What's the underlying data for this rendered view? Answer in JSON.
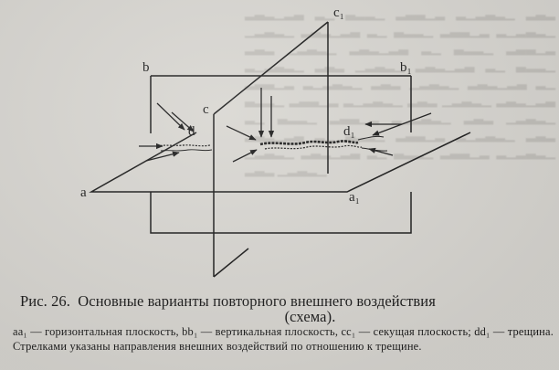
{
  "diagram": {
    "labels": {
      "c1": "c₁",
      "b": "b",
      "b1": "b₁",
      "c": "c",
      "d": "d",
      "d1": "d₁",
      "a": "a",
      "a1": "a₁"
    }
  },
  "caption": {
    "title_prefix": "Рис. 26.",
    "title_line1": "Основные варианты повторного внешнего воздействия",
    "title_line2": "(схема).",
    "legend": "aa₁ — горизонтальная плоскость, bb₁ — вертикальная плоскость, cc₁ — секущая плоскость; dd₁ — трещина. Стрелками указаны направления внешних воздействий по отношению к трещине."
  }
}
